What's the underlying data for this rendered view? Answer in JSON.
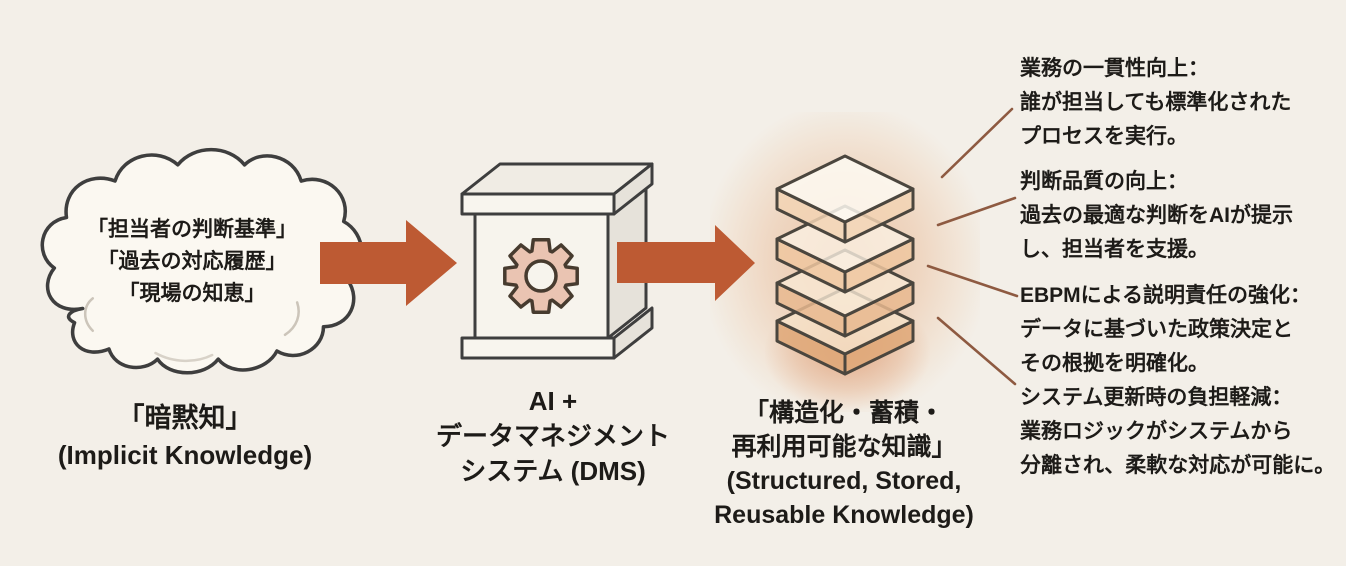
{
  "title": "暗黙知からAI+DMSによる構造化知識への変換図",
  "colors": {
    "background": "#f3efe8",
    "arrow": "#bd5a33",
    "connector_line": "#8e5a41",
    "glow": "#df8c5a",
    "gear_fill": "#eac4b2",
    "shape_outline": "#3e3e3e",
    "text": "#1d1b18"
  },
  "icons": {
    "cloud-icon": "hand-drawn cloud outline",
    "gear-icon": "8-tooth cog in cube",
    "layers-stack-icon": "four translucent isometric layers with orange glow",
    "arrow-right-icon": "solid orange block arrow",
    "connector-line": "thin brown diagonal line"
  },
  "cloud": {
    "lines": [
      "「担当者の判断基準」",
      "「過去の対応履歴」",
      "「現場の知恵」"
    ],
    "label_ja": "「暗黙知」",
    "label_en": "(Implicit Knowledge)"
  },
  "dms": {
    "label_lines": [
      "AI +",
      "データマネジメント",
      "システム (DMS)"
    ]
  },
  "knowledge": {
    "label_lines": [
      "「構造化・蓄積・",
      "再利用可能な知識」",
      "(Structured, Stored,",
      "Reusable Knowledge)"
    ]
  },
  "benefits": [
    {
      "lines": [
        "業務の一貫性向上：",
        "誰が担当しても標準化された",
        "プロセスを実行。"
      ]
    },
    {
      "lines": [
        "判断品質の向上：",
        "過去の最適な判断をAIが提示",
        "し、担当者を支援。"
      ]
    },
    {
      "lines": [
        "EBPMによる説明責任の強化：",
        "データに基づいた政策決定と",
        "その根拠を明確化。"
      ]
    },
    {
      "lines": [
        "システム更新時の負担軽減：",
        "業務ロジックがシステムから",
        "分離され、柔軟な対応が可能に。"
      ]
    }
  ]
}
